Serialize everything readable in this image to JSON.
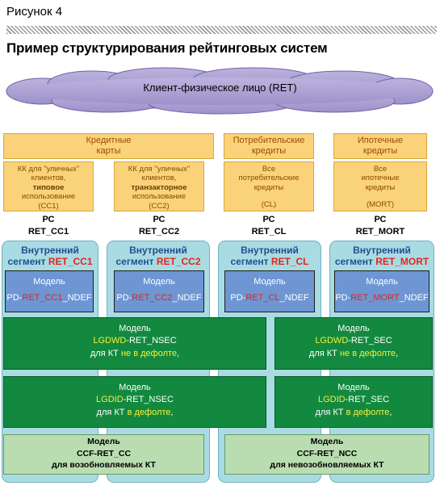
{
  "figure_label": "Рисунок 4",
  "title": "Пример структурирования рейтинговых систем",
  "cloud": "Клиент-физическое лицо (RET)",
  "products": [
    {
      "name": "Кредитные карты"
    },
    {
      "name": "Потребительские кредиты"
    },
    {
      "name": "Ипотечные кредиты"
    }
  ],
  "subproducts": [
    {
      "l1": "КК для \"уличных\"",
      "l2": "клиентов,",
      "l3": "типовое",
      "l4": "использование",
      "code": "(CC1)"
    },
    {
      "l1": "КК для \"уличных\"",
      "l2": "клиентов,",
      "l3": "транзакторное",
      "l4": "использование",
      "code": "(CC2)"
    },
    {
      "l1": "Все",
      "l2": "потребительские",
      "l3": "кредиты",
      "code": "(CL)"
    },
    {
      "l1": "Все",
      "l2": "ипотечные",
      "l3": "кредиты",
      "code": "(MORT)"
    }
  ],
  "rating_systems": [
    {
      "pc": "РС",
      "code": "RET_CC1"
    },
    {
      "pc": "РС",
      "code": "RET_CC2"
    },
    {
      "pc": "РС",
      "code": "RET_CL"
    },
    {
      "pc": "РС",
      "code": "RET_MORT"
    }
  ],
  "segments": [
    {
      "line1": "Внутренний",
      "prefix": "сегмент",
      "code": "RET_CC1"
    },
    {
      "line1": "Внутренний",
      "prefix": "сегмент",
      "code": "RET_CC2"
    },
    {
      "line1": "Внутренний",
      "prefix": "сегмент",
      "code": "RET_CL"
    },
    {
      "line1": "Внутренний",
      "prefix": "сегмент",
      "code": "RET_MORT"
    }
  ],
  "pd_models": [
    {
      "label": "Модель",
      "pre": "PD-",
      "code": "RET_CC1",
      "post": "_NDEF"
    },
    {
      "label": "Модель",
      "pre": "PD-",
      "code": "RET_CC2",
      "post": "_NDEF"
    },
    {
      "label": "Модель",
      "pre": "PD-",
      "code": "RET_CL",
      "post": "_NDEF"
    },
    {
      "label": "Модель",
      "pre": "PD-",
      "code": "RET_MORT",
      "post": "_NDEF"
    }
  ],
  "lgdwd": [
    {
      "label": "Модель",
      "name_a": "LGDWD",
      "name_b": "-RET_NSEC",
      "cond_pre": "для КТ ",
      "cond": "не в дефолте",
      "cond_post": ","
    },
    {
      "label": "Модель",
      "name_a": "LGDWD",
      "name_b": "-RET_SEC",
      "cond_pre": "для КТ ",
      "cond": "не в дефолте",
      "cond_post": ","
    }
  ],
  "lgdid": [
    {
      "label": "Модель",
      "name_a": "LGDID",
      "name_b": "-RET_NSEC",
      "cond_pre": "для КТ ",
      "cond": "в дефолте",
      "cond_post": ","
    },
    {
      "label": "Модель",
      "name_a": "LGDID",
      "name_b": "-RET_SEC",
      "cond_pre": "для КТ ",
      "cond": "в дефолте",
      "cond_post": ","
    }
  ],
  "ccf": [
    {
      "label": "Модель",
      "name": "CCF-RET_CC",
      "desc": "для возобновляемых КТ"
    },
    {
      "label": "Модель",
      "name": "CCF-RET_NCC",
      "desc": "для невозобновляемых КТ"
    }
  ],
  "colors": {
    "orange": "#fad27a",
    "teal": "#a9dbe3",
    "blue": "#6e96d3",
    "green": "#13893f",
    "light_green": "#b9ddb1",
    "cloud": "#a79ccf",
    "red": "#e3261b",
    "yellow": "#f3ef3a"
  }
}
